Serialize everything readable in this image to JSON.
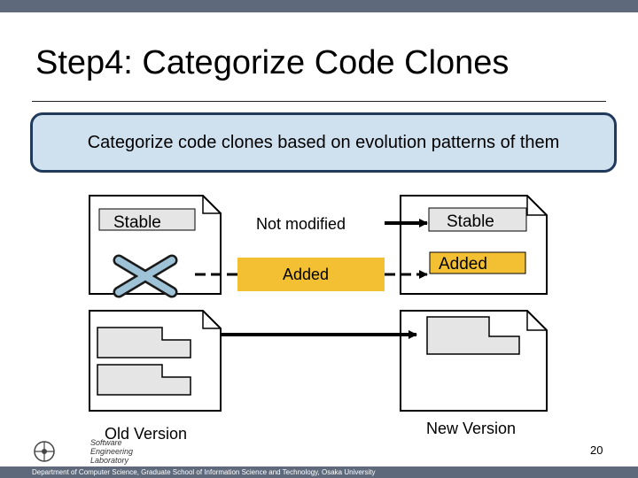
{
  "slide": {
    "title": "Step4: Categorize Code Clones",
    "callout": "Categorize code clones based on evolution patterns of them",
    "page_number": "20"
  },
  "diagram": {
    "old_stable": "Stable",
    "new_stable": "Stable",
    "new_added": "Added",
    "mid_not_modified": "Not modified",
    "mid_added": "Added",
    "old_version": "Old Version",
    "new_version": "New Version"
  },
  "logo": {
    "line1": "Software",
    "line2": "Engineering",
    "line3": "Laboratory"
  },
  "footer": {
    "text": "Department of Computer Science, Graduate School of Information Science and Technology, Osaka University"
  },
  "colors": {
    "bar": "#5e6a7c",
    "callout_fill": "#cfe0ee",
    "callout_border": "#1f3a5a",
    "added_fill": "#f4c033",
    "cross": "#9fc3d6"
  }
}
